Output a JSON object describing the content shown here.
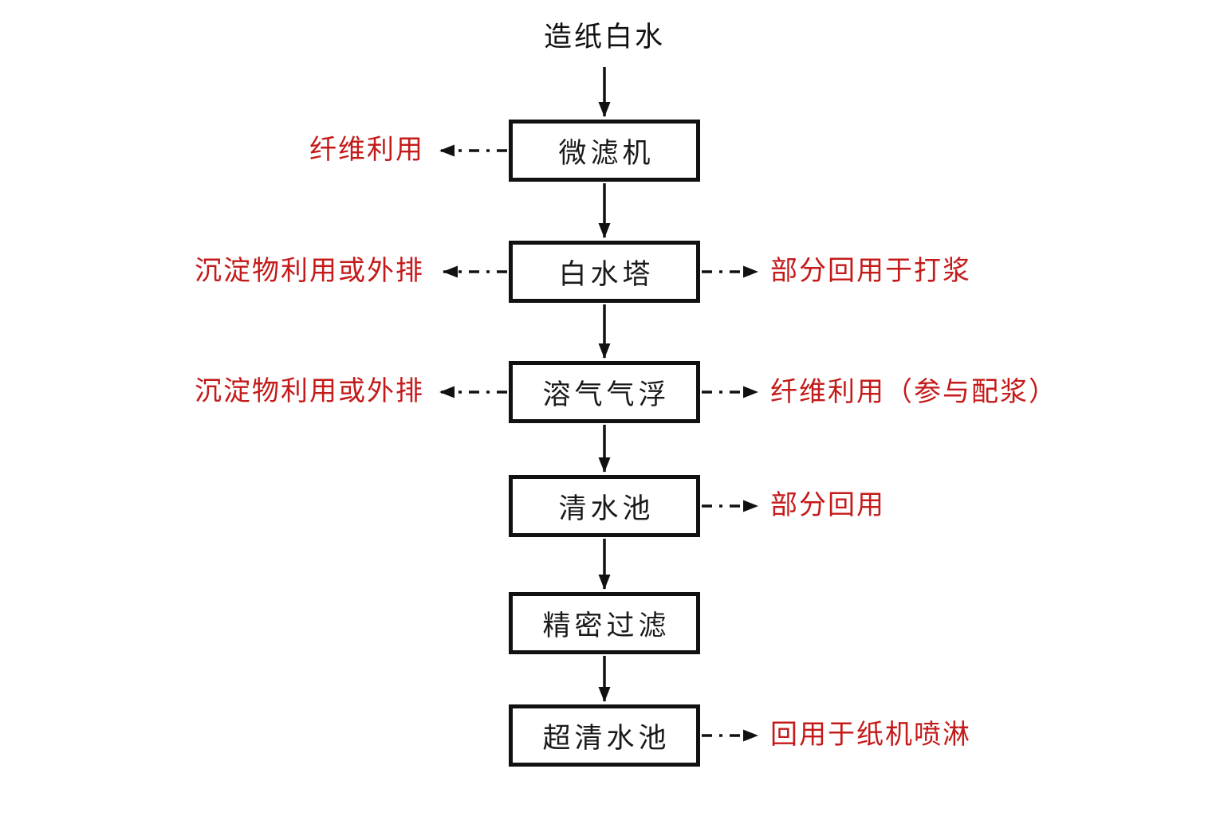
{
  "diagram": {
    "title": "造纸白水",
    "colors": {
      "box_border": "#111111",
      "annotation_red": "#c41a1a"
    },
    "boxes": [
      {
        "label": "微滤机"
      },
      {
        "label": "白水塔"
      },
      {
        "label": "溶气气浮"
      },
      {
        "label": "清水池"
      },
      {
        "label": "精密过滤"
      },
      {
        "label": "超清水池"
      }
    ],
    "left_labels": [
      {
        "label": "纤维利用"
      },
      {
        "label": "沉淀物利用或外排"
      },
      {
        "label": "沉淀物利用或外排"
      }
    ],
    "right_labels": [
      {
        "label": "部分回用于打浆"
      },
      {
        "label": "纤维利用（参与配浆）"
      },
      {
        "label": "部分回用"
      },
      {
        "label": "回用于纸机喷淋"
      }
    ]
  }
}
